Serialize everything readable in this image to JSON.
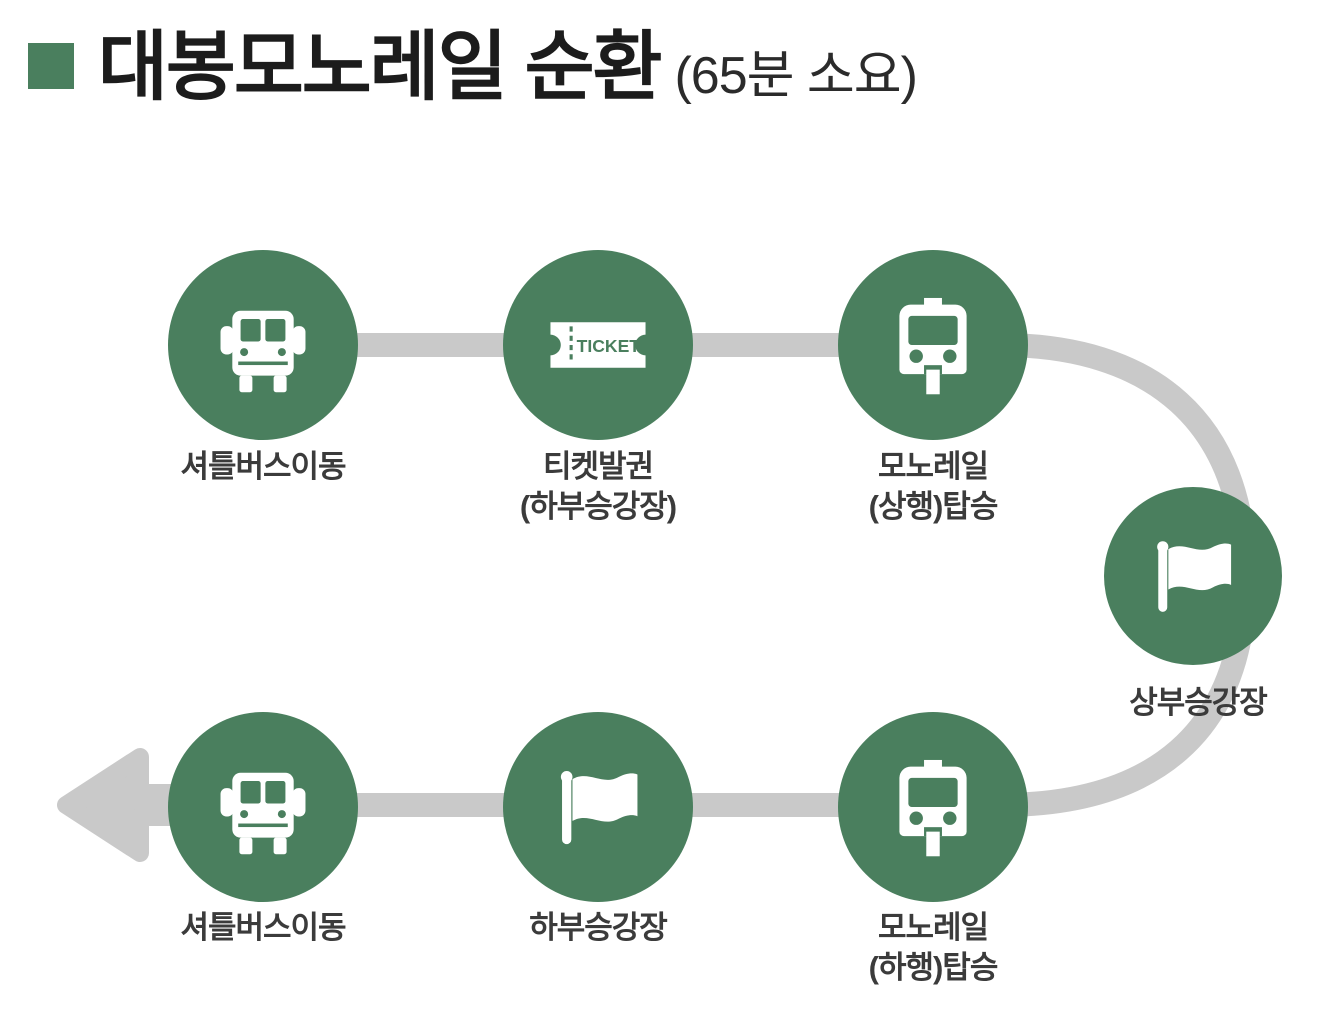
{
  "header": {
    "bullet_color": "#4a7f5e",
    "title": "대봉모노레일 순환",
    "subtitle": "(65분 소요)"
  },
  "theme": {
    "accent_green": "#4a7f5e",
    "connector_gray": "#c9c9c9",
    "text_dark": "#3b3b3b",
    "icon_white": "#ffffff"
  },
  "flow": {
    "top_row": [
      {
        "id": "shuttle-top",
        "icon": "bus-icon",
        "label": "셔틀버스이동",
        "label_line2": ""
      },
      {
        "id": "ticket",
        "icon": "ticket-icon",
        "label": "티켓발권",
        "label_line2": "(하부승강장)"
      },
      {
        "id": "monorail-up",
        "icon": "monorail-icon",
        "label": "모노레일",
        "label_line2": "(상행)탑승"
      }
    ],
    "turn": {
      "id": "upper-station",
      "icon": "flag-icon",
      "label": "상부승강장",
      "label_line2": ""
    },
    "bottom_row": [
      {
        "id": "monorail-down",
        "icon": "monorail-icon",
        "label": "모노레일",
        "label_line2": "(하행)탑승"
      },
      {
        "id": "lower-station",
        "icon": "flag-icon",
        "label": "하부승강장",
        "label_line2": ""
      },
      {
        "id": "shuttle-bot",
        "icon": "bus-icon",
        "label": "셔틀버스이동",
        "label_line2": ""
      }
    ],
    "ticket_icon_text": "TICKET",
    "end_arrow_direction": "left"
  }
}
